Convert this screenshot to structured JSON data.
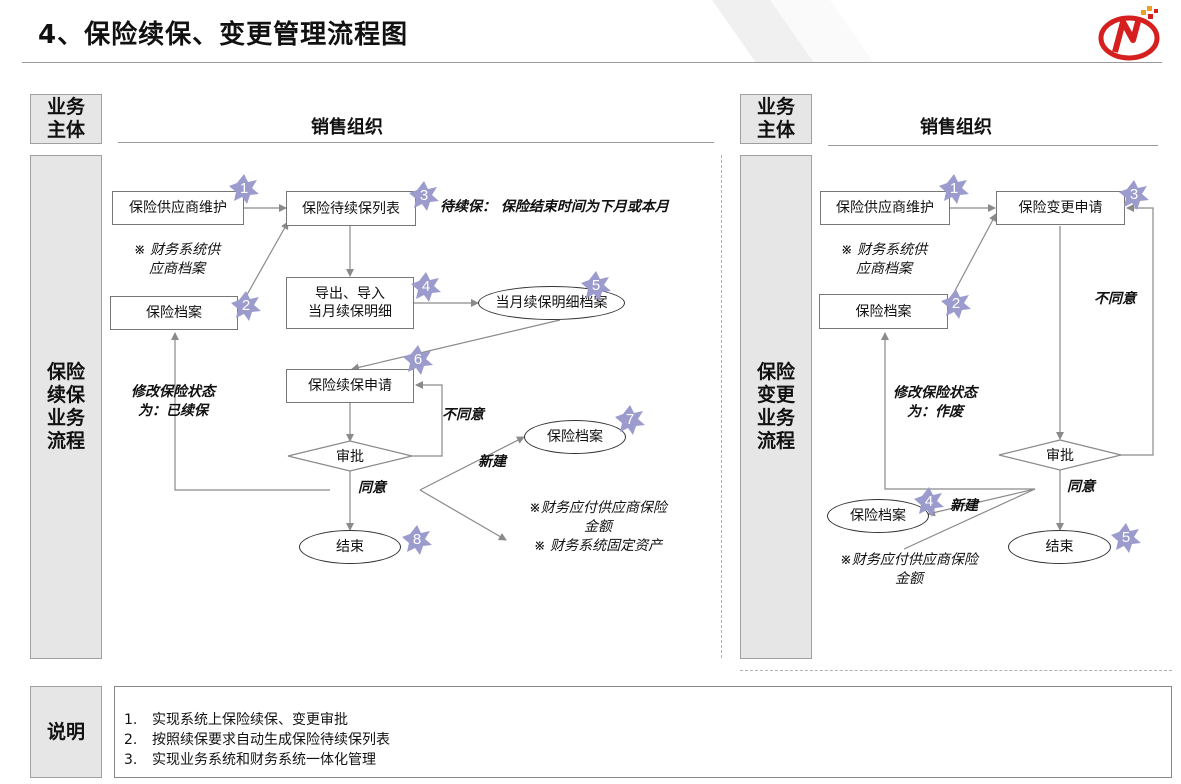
{
  "header": {
    "title": "4、保险续保、变更管理流程图"
  },
  "colors": {
    "badge": "#9b9ccd",
    "logo_red": "#d6201f",
    "logo_orange": "#f0a020"
  },
  "left": {
    "subject_label": "业务\n主体",
    "org_title": "销售组织",
    "process_label": "保险\n续保\n业务\n流程",
    "nodes": {
      "supplier": "保险供应商维护",
      "archive": "保险档案",
      "pending_list": "保险待续保列表",
      "export": "导出、导入\n当月续保明细",
      "monthly_detail": "当月续保明细档案",
      "apply": "保险续保申请",
      "approve": "审批",
      "archive2": "保险档案",
      "end": "结束"
    },
    "notes": {
      "finance_supplier": "※ 财务系统供\n应商档案",
      "pending_def": "待续保： 保险结束时间为下月或本月",
      "modify_status": "修改保险状态\n为：已续保",
      "disagree": "不同意",
      "agree": "同意",
      "new": "新建",
      "finance_pay": "※财务应付供应商保险\n金额\n※ 财务系统固定资产"
    },
    "badges": [
      "1",
      "2",
      "3",
      "4",
      "5",
      "6",
      "7",
      "8"
    ]
  },
  "right": {
    "subject_label": "业务\n主体",
    "org_title": "销售组织",
    "process_label": "保险\n变更\n业务\n流程",
    "nodes": {
      "supplier": "保险供应商维护",
      "archive": "保险档案",
      "change_apply": "保险变更申请",
      "approve": "审批",
      "archive2": "保险档案",
      "end": "结束"
    },
    "notes": {
      "finance_supplier": "※ 财务系统供\n应商档案",
      "disagree": "不同意",
      "modify_status": "修改保险状态\n为：作废",
      "agree": "同意",
      "new": "新建",
      "finance_pay": "※财务应付供应商保险\n金额"
    },
    "badges": [
      "1",
      "2",
      "3",
      "4",
      "5"
    ]
  },
  "explain": {
    "label": "说明",
    "items": [
      {
        "num": "1.",
        "text": "实现系统上保险续保、变更审批"
      },
      {
        "num": "2.",
        "text": "按照续保要求自动生成保险待续保列表"
      },
      {
        "num": "3.",
        "text": "实现业务系统和财务系统一体化管理"
      }
    ]
  }
}
